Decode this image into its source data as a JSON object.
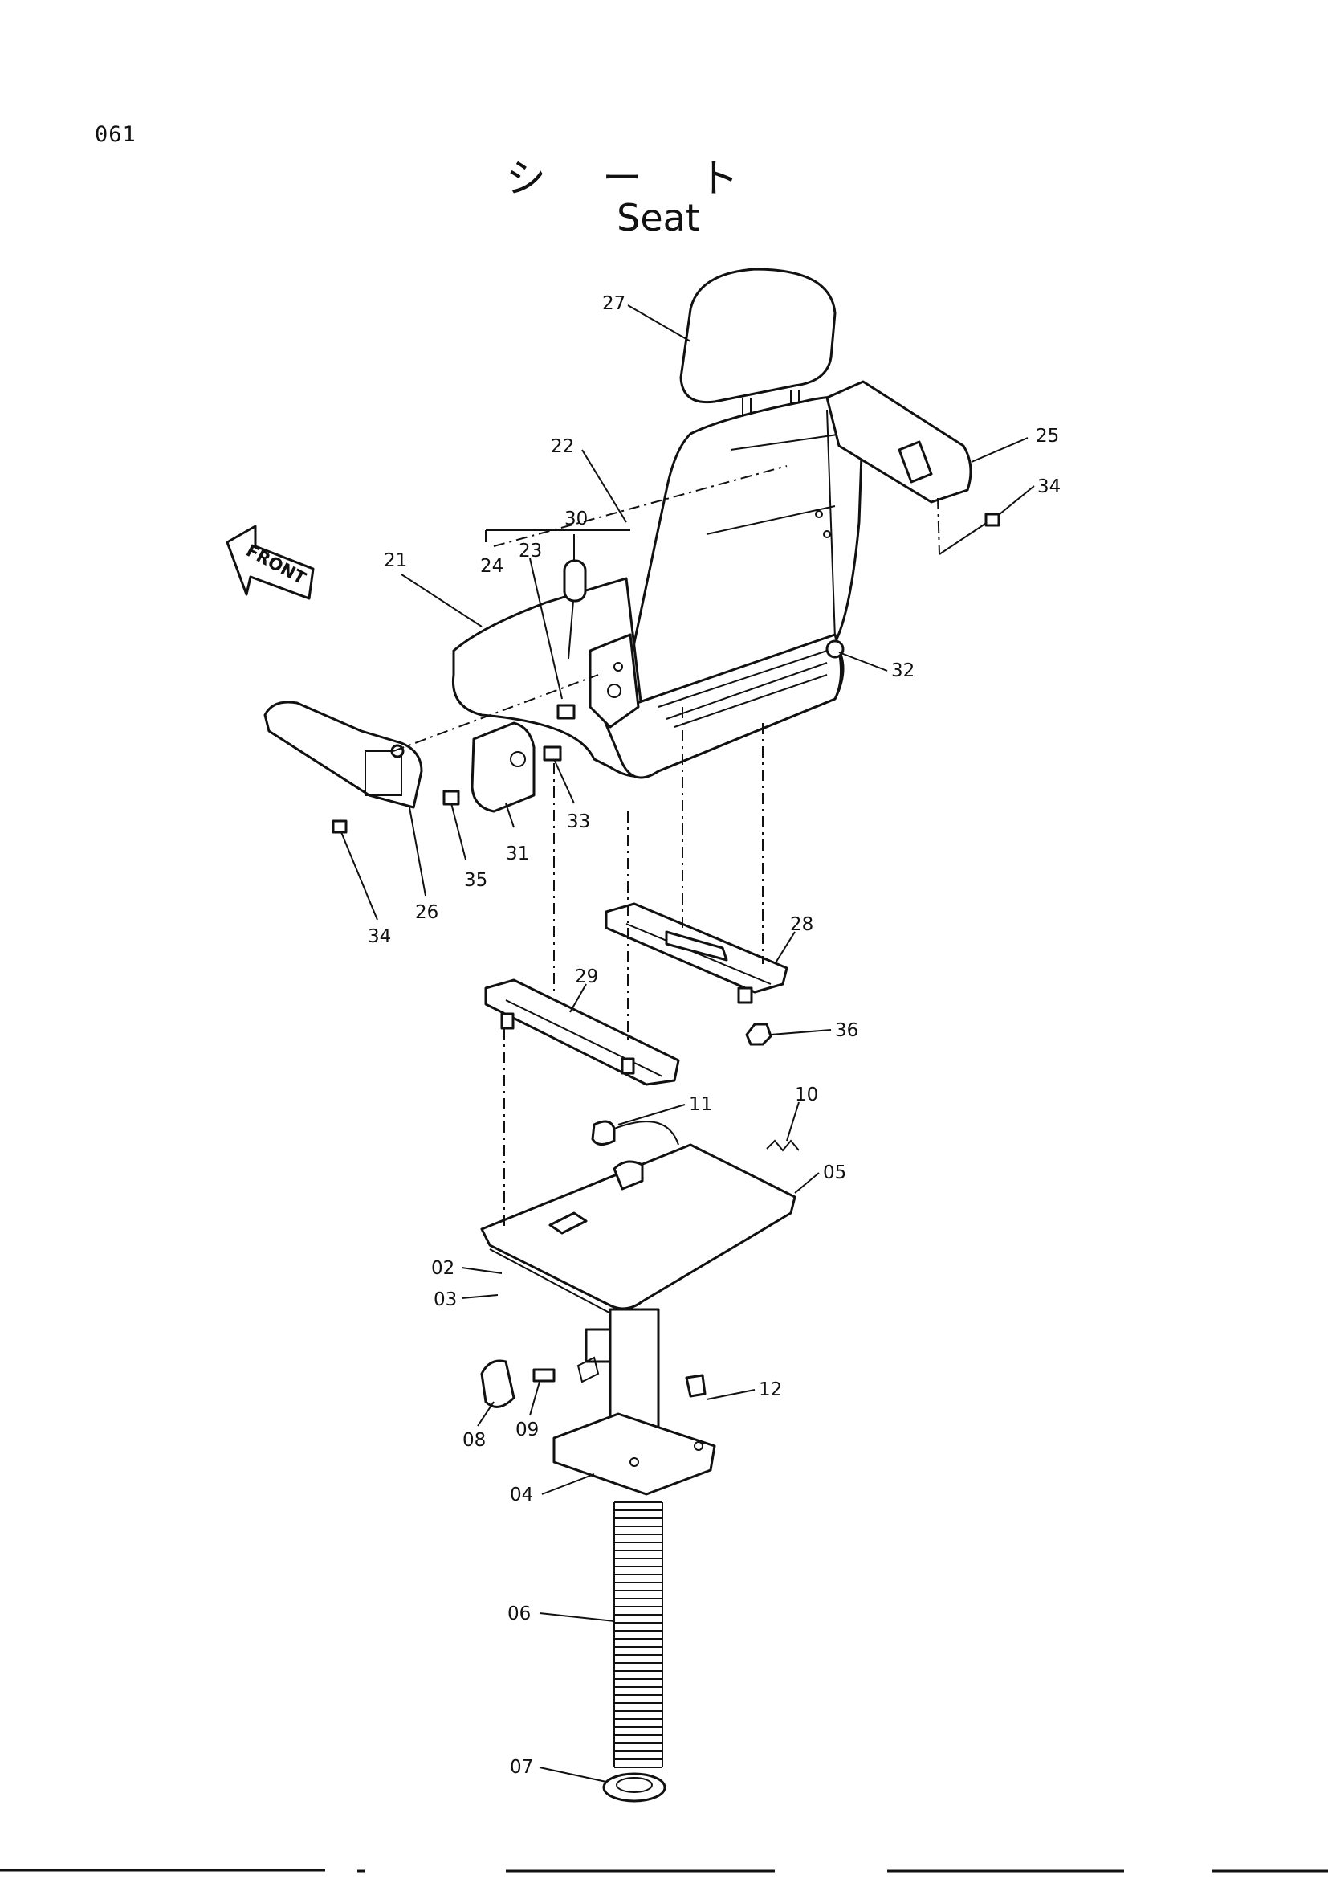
{
  "page_code": "061",
  "title_jp": "シート",
  "title_en": "Seat",
  "front_label": "FRONT",
  "callouts": [
    "27",
    "25",
    "34",
    "22",
    "30",
    "23",
    "24",
    "21",
    "32",
    "33",
    "31",
    "35",
    "26",
    "34",
    "28",
    "29",
    "36",
    "11",
    "10",
    "05",
    "02",
    "03",
    "12",
    "08",
    "09",
    "04",
    "06",
    "07"
  ]
}
